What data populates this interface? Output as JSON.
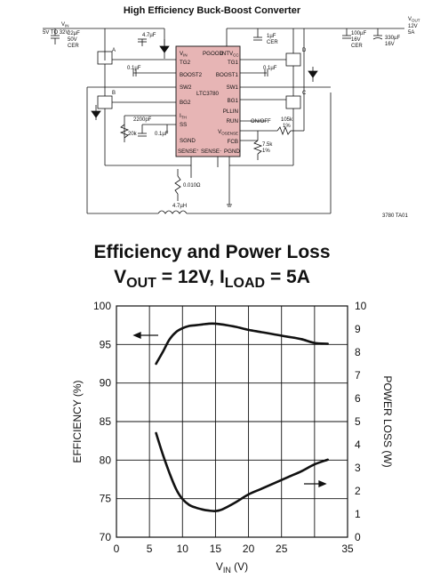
{
  "schematic": {
    "title": "High Efficiency Buck-Boost Converter",
    "ic_name": "LTC3780",
    "vin_label": "V",
    "vin_sub": "IN",
    "vin_range": "5V TO 32V",
    "vout_label": "V",
    "vout_sub": "OUT",
    "vout_value": "12V",
    "vout_current": "5A",
    "caps": {
      "c_in": [
        "22µF",
        "50V",
        "CER"
      ],
      "c_boost": "4.7µF",
      "c_intvcc": [
        "1µF",
        "CER"
      ],
      "c_out1": [
        "100µF",
        "16V",
        "CER"
      ],
      "c_out2": [
        "330µF",
        "16V"
      ],
      "c_boost2": "0.1µF",
      "c_boost1": "0.1µF",
      "c_ith": "2200pF",
      "c_ss": "0.1µF"
    },
    "resistors": {
      "r_ith": "20k",
      "r_run": [
        "105k",
        "1%"
      ],
      "r_fb": [
        "7.5k",
        "1%"
      ],
      "r_sense": "0.010Ω"
    },
    "inductor": "4.7µH",
    "switch_labels": [
      "A",
      "B",
      "C",
      "D"
    ],
    "pins_left": [
      "V",
      "TG2",
      "BOOST2",
      "SW2",
      "BG2",
      "I",
      "SS",
      "SGND"
    ],
    "pins_left_sub": [
      "IN",
      "",
      "",
      "",
      "",
      "TH",
      "",
      ""
    ],
    "pins_right": [
      "TG1",
      "BOOST1",
      "SW1",
      "BG1",
      "PLLIN",
      "RUN",
      "ON/OFF",
      "V",
      "FCB"
    ],
    "pins_top": [
      "PGOOD",
      "INTV"
    ],
    "pins_top_sub": [
      "",
      "CC"
    ],
    "pins_bottom": [
      "SENSE",
      "SENSE",
      "PGND"
    ],
    "pin_vosense_sub": "OSENSE",
    "drawing_code": "3780 TA01"
  },
  "chart_data": {
    "type": "line",
    "title_line1": "Efficiency and Power Loss",
    "title_line2": {
      "v": "V",
      "v_sub": "OUT",
      "eq1": " = 12V, I",
      "i_sub": "LOAD",
      "eq2": " = 5A"
    },
    "xlabel": {
      "main": "V",
      "sub": "IN",
      "unit": " (V)"
    },
    "ylabel_left": "EFFICIENCY (%)",
    "ylabel_right": "POWER LOSS (W)",
    "xlim": [
      0,
      35
    ],
    "ylim_left": [
      70,
      100
    ],
    "ylim_right": [
      0,
      10
    ],
    "x_ticks": [
      "0",
      "5",
      "10",
      "15",
      "20",
      "25",
      "35"
    ],
    "y_left_ticks": [
      "70",
      "75",
      "80",
      "85",
      "90",
      "95",
      "100"
    ],
    "y_right_ticks": [
      "0",
      "1",
      "2",
      "3",
      "4",
      "5",
      "6",
      "7",
      "8",
      "9",
      "10"
    ],
    "grid": true,
    "series": [
      {
        "axis": "left",
        "x": [
          6,
          7,
          8,
          9,
          10,
          11,
          12,
          13,
          14,
          15,
          16,
          18,
          20,
          22,
          24,
          26,
          28,
          30,
          32
        ],
        "values": [
          92.5,
          94.0,
          95.6,
          96.6,
          97.1,
          97.4,
          97.5,
          97.6,
          97.7,
          97.7,
          97.6,
          97.3,
          96.9,
          96.6,
          96.3,
          96.0,
          95.7,
          95.2,
          95.1
        ]
      },
      {
        "axis": "right",
        "x": [
          6,
          7,
          8,
          9,
          10,
          11,
          12,
          13,
          14,
          15,
          16,
          18,
          20,
          22,
          24,
          26,
          28,
          30,
          32
        ],
        "values": [
          4.5,
          3.6,
          2.8,
          2.1,
          1.65,
          1.4,
          1.28,
          1.2,
          1.15,
          1.13,
          1.2,
          1.5,
          1.85,
          2.1,
          2.35,
          2.6,
          2.85,
          3.15,
          3.35
        ]
      }
    ]
  }
}
